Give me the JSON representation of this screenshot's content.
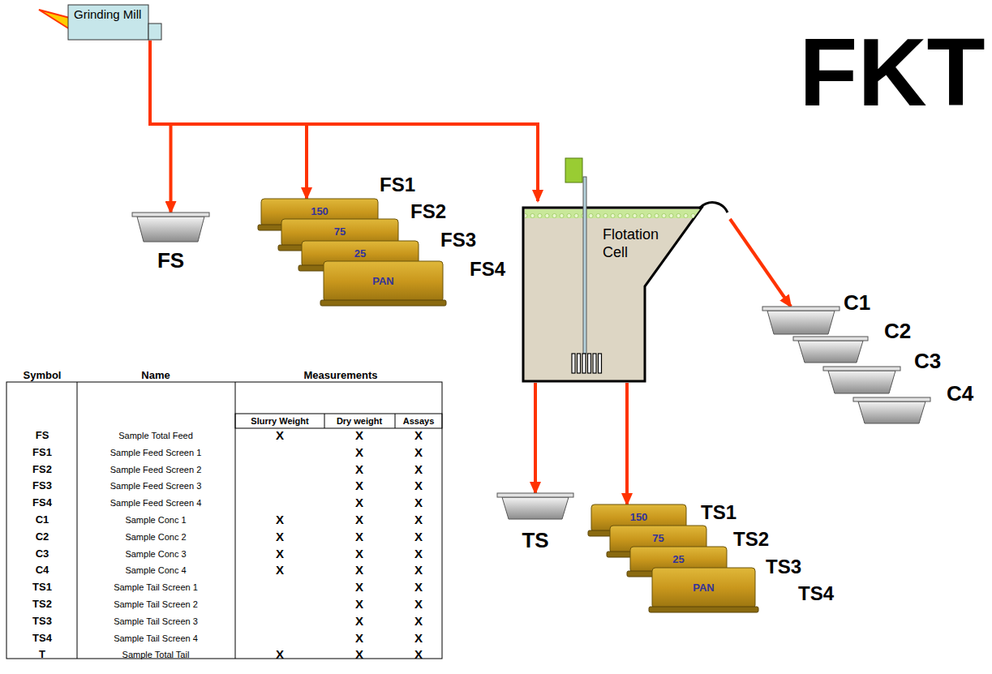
{
  "diagram": {
    "nodes": [
      {
        "text": [
          "Grinding Mill"
        ]
      },
      {
        "text": [
          "FS"
        ]
      },
      {
        "text": [
          "150"
        ]
      },
      {
        "text": [
          "75"
        ]
      },
      {
        "text": [
          "25"
        ]
      },
      {
        "text": [
          "PAN"
        ]
      },
      {
        "text": [
          "Flotation Cell"
        ]
      },
      {
        "text": [
          "C1"
        ]
      },
      {
        "text": [
          "C2"
        ]
      },
      {
        "text": [
          "C3"
        ]
      },
      {
        "text": [
          "C4"
        ]
      },
      {
        "text": [
          "TS"
        ]
      },
      {
        "text": [
          "150"
        ]
      },
      {
        "text": [
          "75"
        ]
      },
      {
        "text": [
          "25"
        ]
      },
      {
        "text": [
          "PAN"
        ]
      }
    ],
    "edges": [
      {
        "from": 0,
        "to": 1,
        "arrow": "to"
      },
      {
        "from": 0,
        "to": 2,
        "arrow": "to"
      },
      {
        "from": 0,
        "to": 6,
        "arrow": "to"
      },
      {
        "from": 6,
        "to": 7,
        "arrow": "to"
      },
      {
        "from": 6,
        "to": 11,
        "arrow": "to"
      },
      {
        "from": 6,
        "to": 12,
        "arrow": "to"
      }
    ],
    "labels": [
      "FKT",
      "FS1",
      "FS2",
      "FS3",
      "FS4",
      "TS1",
      "TS2",
      "TS3",
      "TS4",
      "Symbol",
      "Name",
      "Measurements",
      "Slurry Weight",
      "Dry weight",
      "Assays",
      "FS",
      "Sample Total Feed",
      "X",
      "X",
      "X",
      "FS1",
      "Sample Feed Screen 1",
      "X",
      "X",
      "FS2",
      "Sample Feed Screen 2",
      "X",
      "X",
      "FS3",
      "Sample Feed Screen 3",
      "X",
      "X",
      "FS4",
      "Sample Feed Screen 4",
      "X",
      "X",
      "C1",
      "Sample Conc 1",
      "X",
      "X",
      "X",
      "C2",
      "Sample Conc 2",
      "X",
      "X",
      "X",
      "C3",
      "Sample Conc 3",
      "X",
      "X",
      "X",
      "C4",
      "Sample Conc 4",
      "X",
      "X",
      "X",
      "TS1",
      "Sample Tail Screen 1",
      "X",
      "X",
      "TS2",
      "Sample Tail Screen 2",
      "X",
      "X",
      "TS3",
      "Sample Tail Screen 3",
      "X",
      "X",
      "TS4",
      "Sample Tail Screen 4",
      "X",
      "X",
      "T",
      "Sample Total Tail",
      "X",
      "X",
      "X"
    ]
  }
}
